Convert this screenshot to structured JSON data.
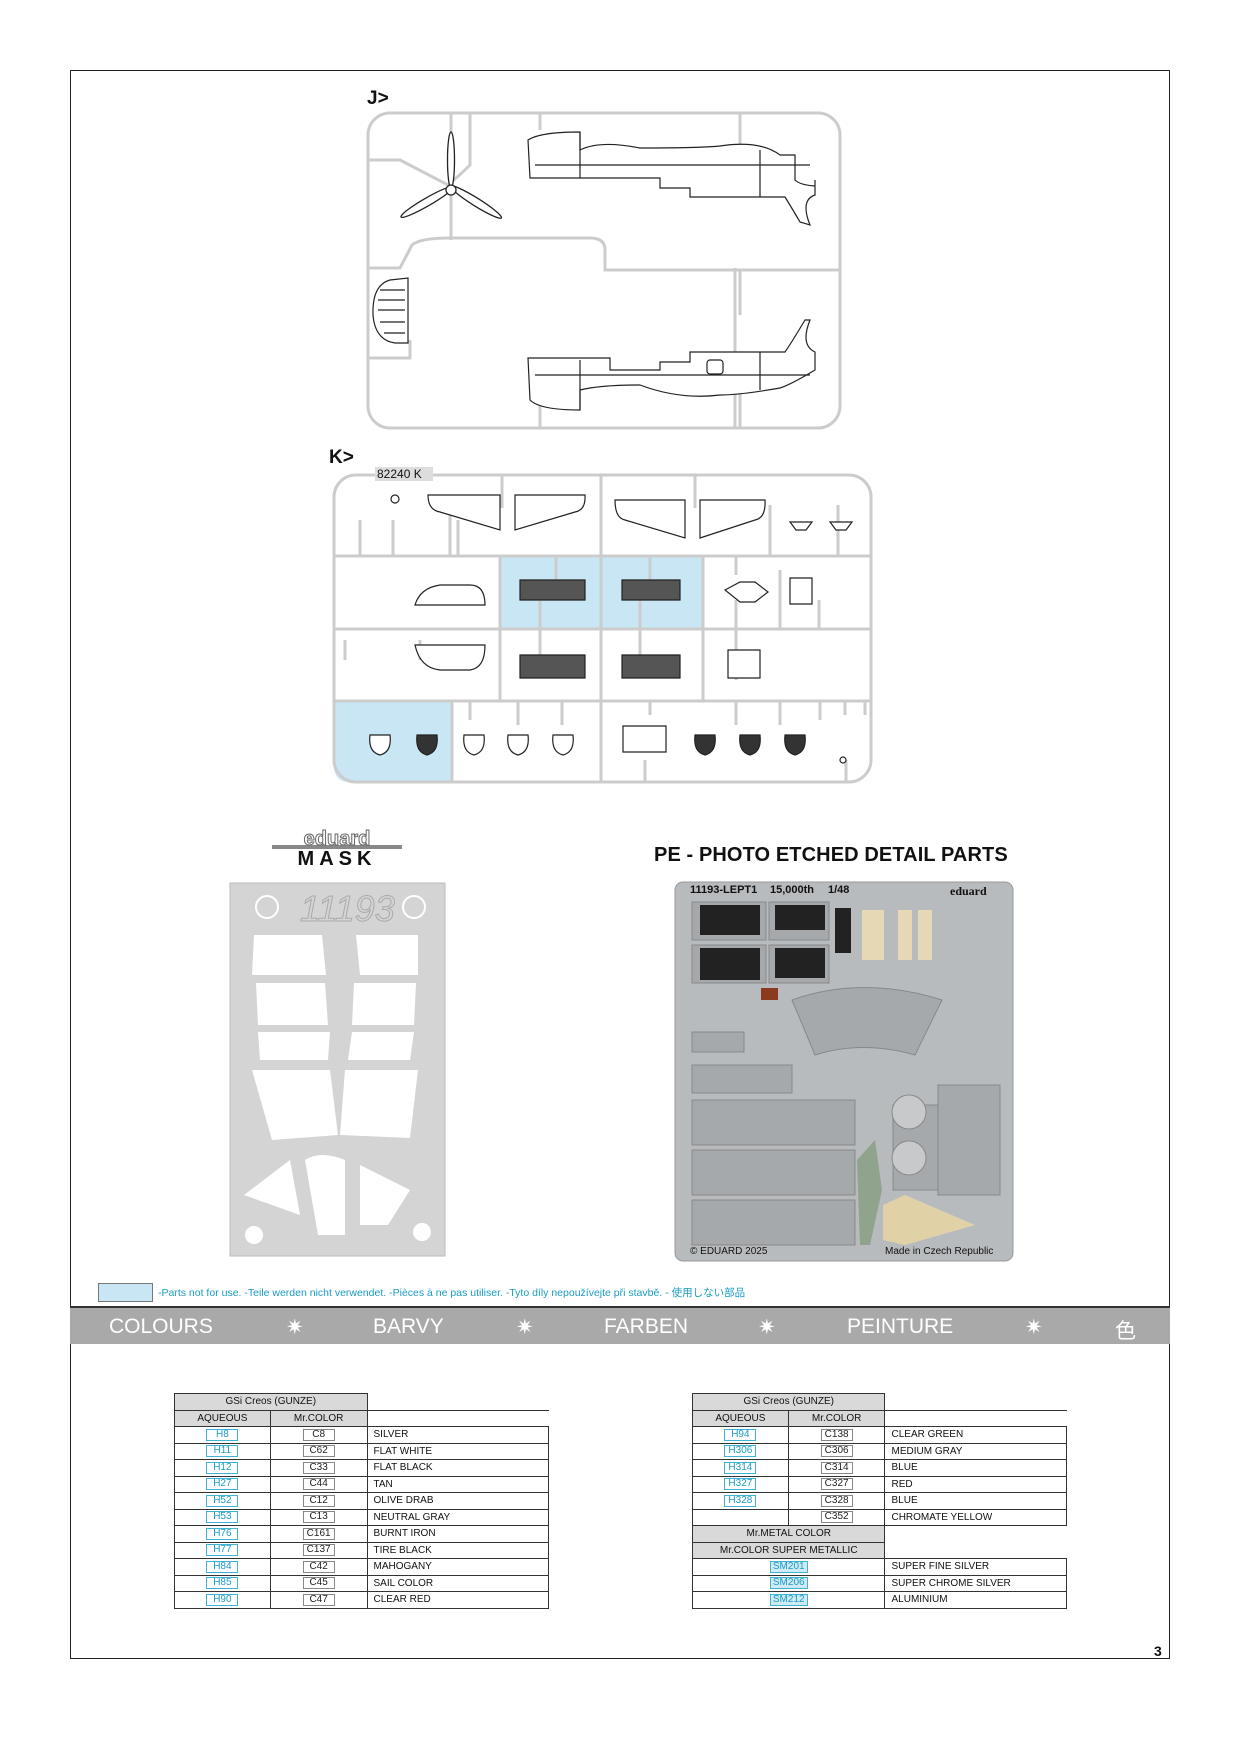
{
  "sprues": {
    "j_label": "J>",
    "k_label": "K>",
    "k_code": "82240 K"
  },
  "mask": {
    "logo_top": "eduard",
    "logo_bottom": "MASK",
    "sheet_number": "11193"
  },
  "pe": {
    "title": "PE - PHOTO ETCHED DETAIL PARTS",
    "sheet_code": "11193-LEPT1",
    "edition": "15,000th",
    "scale": "1/48",
    "brand": "eduard",
    "copyright": "© EDUARD 2025",
    "origin": "Made in Czech Republic"
  },
  "legend": {
    "text": "-Parts not for use. -Teile werden nicht verwendet. -Pièces à ne pas utiliser. -Tyto díly nepoužívejte při stavbě. -  使用しない部品",
    "color": "#c9e6f5"
  },
  "colours_bar": {
    "items": [
      "COLOURS",
      "BARVY",
      "FARBEN",
      "PEINTURE",
      "色"
    ],
    "separator": "✷"
  },
  "table_left": {
    "brand": "GSi Creos (GUNZE)",
    "col_aqueous": "AQUEOUS",
    "col_mrcolor": "Mr.COLOR",
    "rows": [
      {
        "aqueous": "H8",
        "mrcolor": "C8",
        "name": "SILVER"
      },
      {
        "aqueous": "H11",
        "mrcolor": "C62",
        "name": "FLAT WHITE"
      },
      {
        "aqueous": "H12",
        "mrcolor": "C33",
        "name": "FLAT BLACK"
      },
      {
        "aqueous": "H27",
        "mrcolor": "C44",
        "name": "TAN"
      },
      {
        "aqueous": "H52",
        "mrcolor": "C12",
        "name": "OLIVE DRAB"
      },
      {
        "aqueous": "H53",
        "mrcolor": "C13",
        "name": "NEUTRAL GRAY"
      },
      {
        "aqueous": "H76",
        "mrcolor": "C161",
        "name": "BURNT IRON"
      },
      {
        "aqueous": "H77",
        "mrcolor": "C137",
        "name": "TIRE BLACK"
      },
      {
        "aqueous": "H84",
        "mrcolor": "C42",
        "name": "MAHOGANY"
      },
      {
        "aqueous": "H85",
        "mrcolor": "C45",
        "name": "SAIL COLOR"
      },
      {
        "aqueous": "H90",
        "mrcolor": "C47",
        "name": "CLEAR RED"
      }
    ]
  },
  "table_right": {
    "brand": "GSi Creos (GUNZE)",
    "col_aqueous": "AQUEOUS",
    "col_mrcolor": "Mr.COLOR",
    "rows": [
      {
        "aqueous": "H94",
        "mrcolor": "C138",
        "name": "CLEAR GREEN"
      },
      {
        "aqueous": "H306",
        "mrcolor": "C306",
        "name": "MEDIUM GRAY"
      },
      {
        "aqueous": "H314",
        "mrcolor": "C314",
        "name": "BLUE"
      },
      {
        "aqueous": "H327",
        "mrcolor": "C327",
        "name": "RED"
      },
      {
        "aqueous": "H328",
        "mrcolor": "C328",
        "name": "BLUE"
      },
      {
        "aqueous": "",
        "mrcolor": "C352",
        "name": "CHROMATE YELLOW"
      }
    ],
    "metal_header": "Mr.METAL COLOR",
    "super_metallic_header": "Mr.COLOR SUPER METALLIC",
    "metal_rows": [
      {
        "code": "SM201",
        "name": "SUPER FINE SILVER"
      },
      {
        "code": "SM206",
        "name": "SUPER CHROME SILVER"
      },
      {
        "code": "SM212",
        "name": "ALUMINIUM"
      }
    ]
  },
  "page_number": "3"
}
